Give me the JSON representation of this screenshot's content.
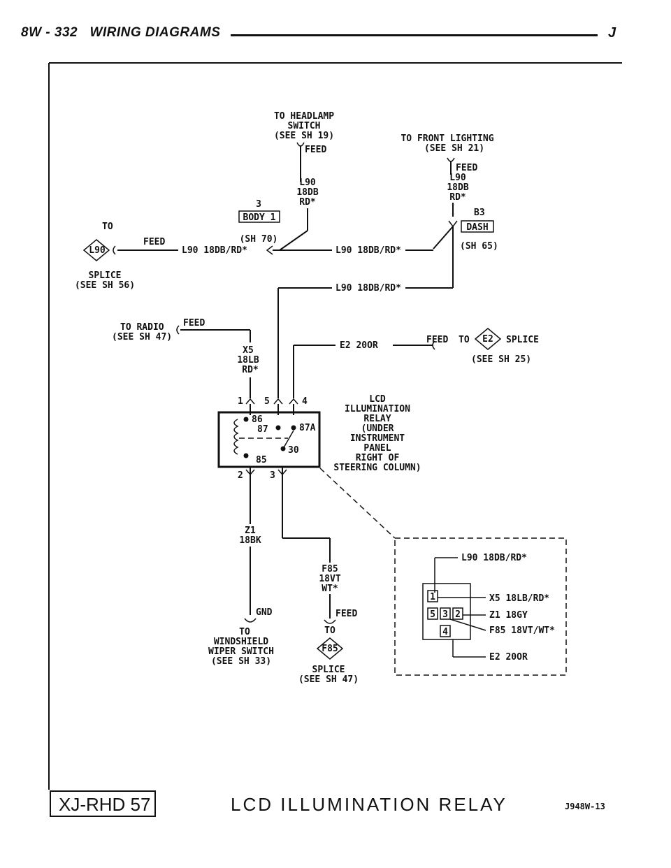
{
  "header": {
    "page": "8W - 332",
    "section": "WIRING DIAGRAMS",
    "right": "J"
  },
  "headlamp": {
    "l1": "TO HEADLAMP",
    "l2": "SWITCH",
    "l3": "(SEE SH 19)",
    "feed": "FEED",
    "wire1": "L90",
    "wire2": "18DB",
    "wire3": "RD*"
  },
  "front": {
    "l1": "TO FRONT LIGHTING",
    "l2": "(SEE SH 21)",
    "feed": "FEED",
    "wire1": "L90",
    "wire2": "18DB",
    "wire3": "RD*"
  },
  "body_conn": {
    "pin": "3",
    "name": "BODY 1",
    "sheet": "(SH 70)"
  },
  "dash_conn": {
    "pin": "B3",
    "name": "DASH",
    "sheet": "(SH 65)"
  },
  "l90_splice": {
    "to": "TO",
    "id": "L90",
    "feed": "FEED",
    "wire": "L90 18DB/RD*",
    "s1": "SPLICE",
    "s2": "(SEE SH 56)"
  },
  "mid_wire": "L90 18DB/RD*",
  "low_wire": "L90 18DB/RD*",
  "radio": {
    "l1": "TO RADIO",
    "l2": "(SEE SH 47)",
    "feed": "FEED",
    "wire1": "X5",
    "wire2": "18LB",
    "wire3": "RD*"
  },
  "e2": {
    "wire": "E2 20OR",
    "feed": "FEED",
    "to": "TO",
    "id": "E2",
    "s1": "SPLICE",
    "s2": "(SEE SH 25)"
  },
  "relay": {
    "pins": {
      "p1": "1",
      "p5": "5",
      "p4": "4",
      "p2": "2",
      "p3": "3",
      "t86": "86",
      "t87": "87",
      "t87a": "87A",
      "t30": "30",
      "t85": "85"
    },
    "desc": [
      "LCD",
      "ILLUMINATION",
      "RELAY",
      "(UNDER",
      "INSTRUMENT",
      "PANEL",
      "RIGHT OF",
      "STEERING COLUMN)"
    ]
  },
  "z1": {
    "wire1": "Z1",
    "wire2": "18BK",
    "gnd": "GND",
    "to": "TO",
    "d1": "WINDSHIELD",
    "d2": "WIPER SWITCH",
    "d3": "(SEE SH 33)"
  },
  "f85": {
    "wire1": "F85",
    "wire2": "18VT",
    "wire3": "WT*",
    "feed": "FEED",
    "to": "TO",
    "id": "F85",
    "s1": "SPLICE",
    "s2": "(SEE SH 47)"
  },
  "connector_view": {
    "w1": "L90 18DB/RD*",
    "w2": "X5 18LB/RD*",
    "w3": "Z1 18GY",
    "w4": "F85 18VT/WT*",
    "w5": "E2 20OR",
    "c1": "1",
    "c2": "2",
    "c3": "3",
    "c4": "4",
    "c5": "5"
  },
  "footer": {
    "ref": "XJ-RHD 57",
    "title": "LCD ILLUMINATION RELAY",
    "code": "J948W-13"
  }
}
